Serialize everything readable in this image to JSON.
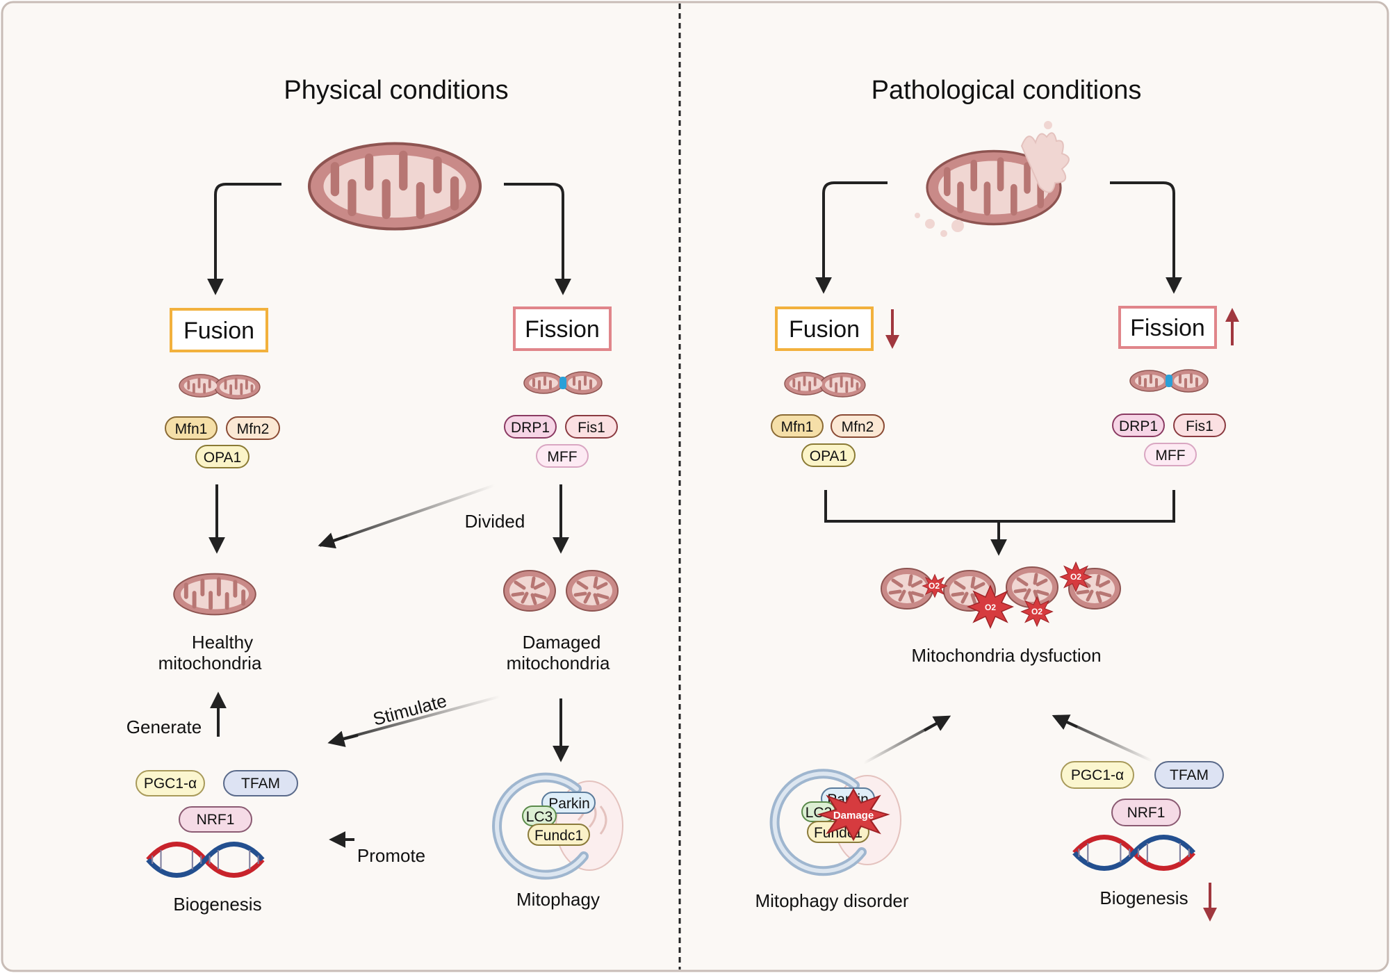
{
  "left": {
    "title": "Physical conditions",
    "fusion": "Fusion",
    "fission": "Fission",
    "fusion_proteins": [
      "Mfn1",
      "Mfn2",
      "OPA1"
    ],
    "fission_proteins": [
      "DRP1",
      "Fis1",
      "MFF"
    ],
    "divided": "Divided",
    "healthy": [
      "Healthy",
      "mitochondria"
    ],
    "damaged": [
      "Damaged",
      "mitochondria"
    ],
    "stimulate": "Stimulate",
    "generate": "Generate",
    "promote": "Promote",
    "biogenesis_proteins": [
      "PGC1-α",
      "TFAM",
      "NRF1"
    ],
    "biogenesis": "Biogenesis",
    "mitophagy_proteins": [
      "Parkin",
      "LC3",
      "Fundc1"
    ],
    "mitophagy": "Mitophagy"
  },
  "right": {
    "title": "Pathological conditions",
    "fusion": "Fusion",
    "fission": "Fission",
    "fusion_proteins": [
      "Mfn1",
      "Mfn2",
      "OPA1"
    ],
    "fission_proteins": [
      "DRP1",
      "Fis1",
      "MFF"
    ],
    "dysfunction": "Mitochondria dysfuction",
    "mitophagy_proteins": [
      "Parkin",
      "LC3",
      "Fundc1"
    ],
    "damage": "Damage",
    "mitophagy_disorder": "Mitophagy disorder",
    "biogenesis_proteins": [
      "PGC1-α",
      "TFAM",
      "NRF1"
    ],
    "biogenesis": "Biogenesis",
    "ros": "O2"
  },
  "colors": {
    "background": "#fbf8f5",
    "frame": "#c8bcb6",
    "fusion_box": "#f2b13d",
    "fission_box": "#e0858a",
    "mito_outer": "#c98a88",
    "mito_inner": "#f0d6d2",
    "ros_red": "#d63b3f",
    "arrow_dark": "#222222",
    "arrow_red": "#a0373e",
    "dna_red": "#c8232b",
    "dna_blue": "#234f8f",
    "pill_mfn": "#f5dfa8",
    "pill_opa": "#fbf4c8",
    "pill_drp": "#f6d5e6",
    "pill_fis": "#fbe0e2",
    "pill_mff": "#fdeaf3",
    "pill_pgc": "#fbf6cf",
    "pill_tfam": "#dde3f3",
    "pill_nrf": "#f5dbe6",
    "pill_parkin": "#dfeef8",
    "pill_lc3": "#dcefd4",
    "pill_fundc": "#faf1c8"
  }
}
